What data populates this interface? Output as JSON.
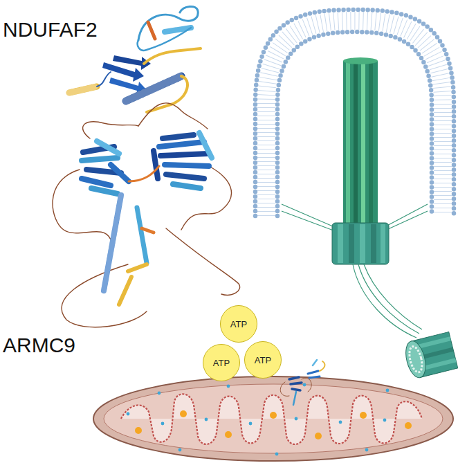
{
  "diagram": {
    "nodes": [
      {
        "text": [
          "ATP"
        ]
      },
      {
        "text": [
          "ATP"
        ]
      },
      {
        "text": [
          "ATP"
        ]
      }
    ],
    "labels": [
      "NDUFAF2",
      "ARMC9"
    ]
  }
}
